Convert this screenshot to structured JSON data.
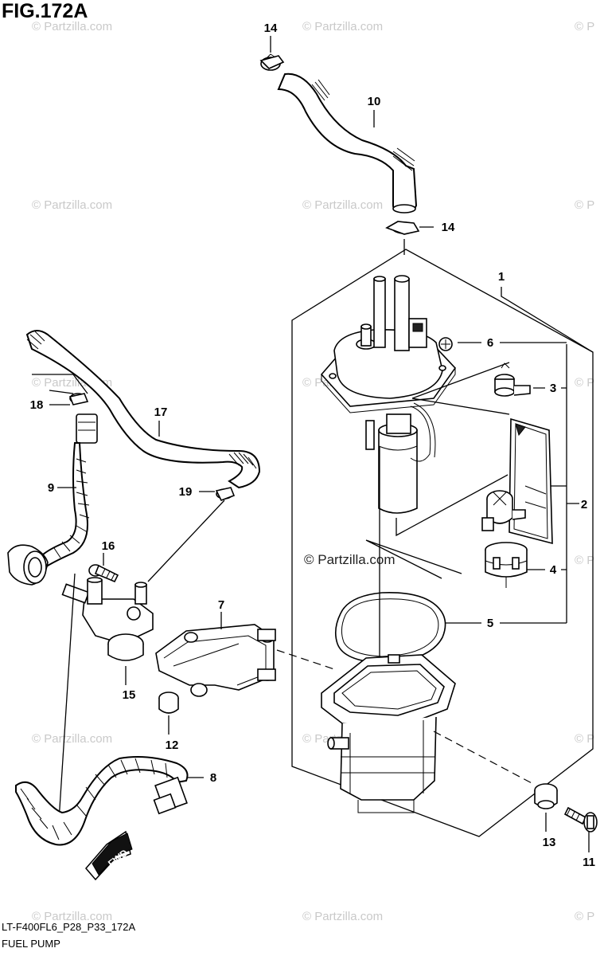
{
  "figure": {
    "title": "FIG.172A",
    "drawing_code": "LT-F400FL6_P28_P33_172A",
    "caption": "FUEL PUMP",
    "fwd_label": "FWD"
  },
  "watermark": {
    "text": "© Partzilla.com",
    "partial_text": "© P"
  },
  "callouts": {
    "c1": "1",
    "c2": "2",
    "c3": "3",
    "c4": "4",
    "c5": "5",
    "c6": "6",
    "c7": "7",
    "c8": "8",
    "c9": "9",
    "c10": "10",
    "c11": "11",
    "c12": "12",
    "c13": "13",
    "c14_top": "14",
    "c14_mid": "14",
    "c15": "15",
    "c16": "16",
    "c17": "17",
    "c18": "18",
    "c19": "19"
  },
  "colors": {
    "line": "#000000",
    "background": "#ffffff",
    "watermark": "#c9c9c9"
  }
}
